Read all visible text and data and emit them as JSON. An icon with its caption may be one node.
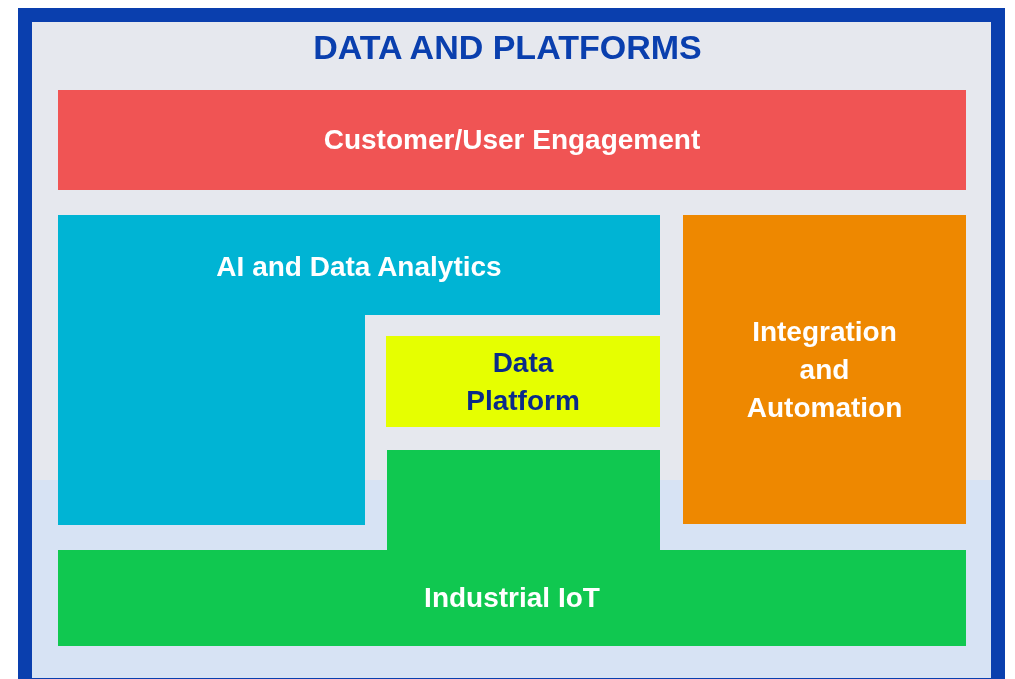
{
  "diagram": {
    "title": "DATA AND PLATFORMS",
    "nodes": [
      {
        "text": [
          "Customer/User Engagement"
        ]
      },
      {
        "text": [
          "AI and Data Analytics"
        ]
      },
      {
        "text": [
          "Data Platform"
        ]
      },
      {
        "text": [
          "Integration and Automation"
        ]
      },
      {
        "text": [
          "Industrial IoT"
        ]
      }
    ]
  }
}
